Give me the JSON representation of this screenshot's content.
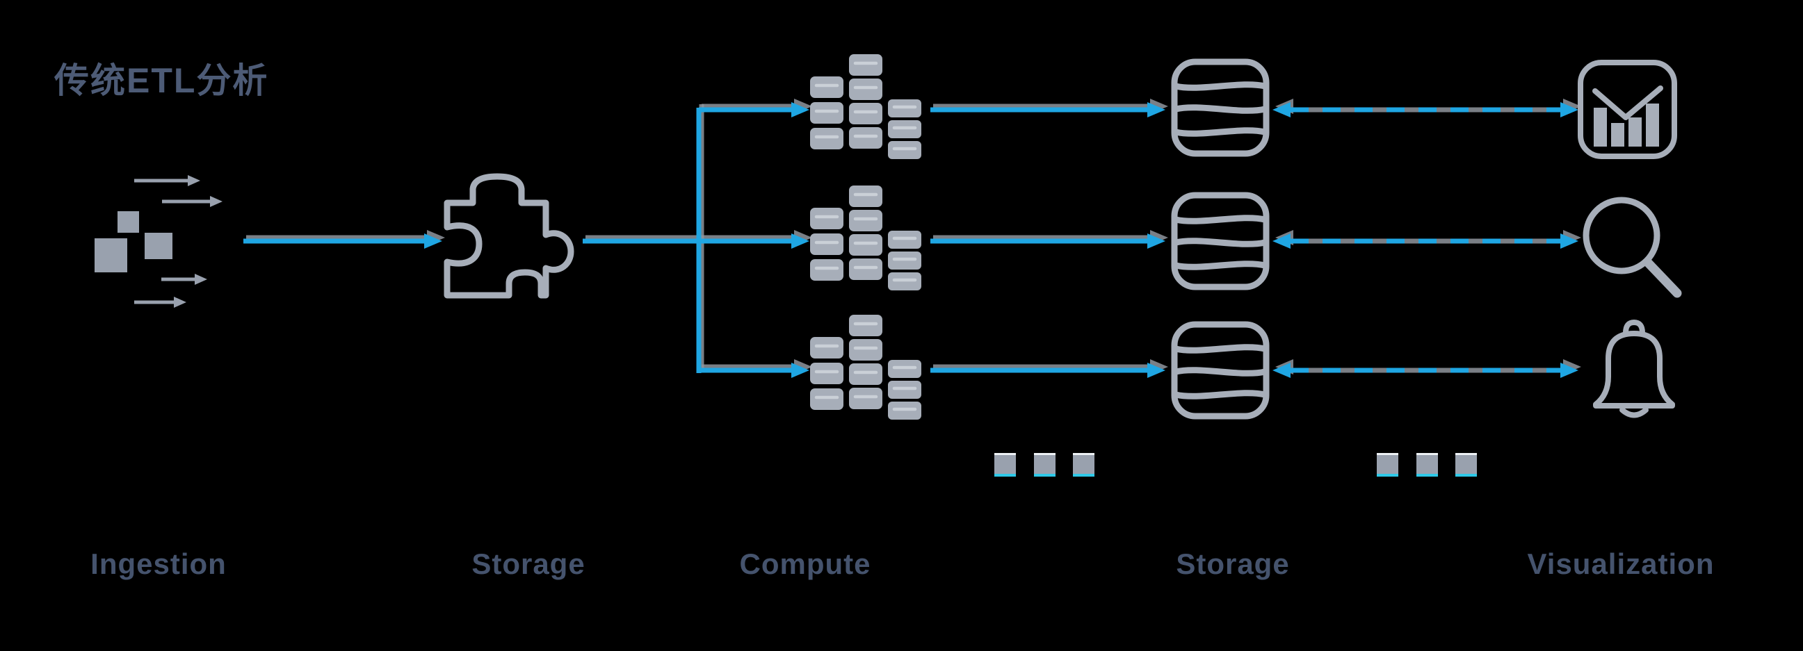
{
  "diagram": {
    "title": "传统ETL分析",
    "stages": [
      {
        "label": "Ingestion",
        "icon": "ingestion-scatter-icon"
      },
      {
        "label": "Storage",
        "icon": "puzzle-icon"
      },
      {
        "label": "Compute",
        "icon": "server-cluster-icon"
      },
      {
        "label": "Storage",
        "icon": "database-stack-icon"
      },
      {
        "label": "Visualization",
        "icon": "bar-chart-icon / search-icon / bell-icon"
      }
    ],
    "rows": 3,
    "ellipsis_groups": 2
  },
  "colors": {
    "accent_blue": "#1fa6e3",
    "icon_gray": "#a7aeb9",
    "square_gray": "#99a1ae",
    "connector_shadow": "#8f959e",
    "label_color": "#45536d",
    "title_color": "#4d5b76",
    "background": "#000000",
    "ellipsis_highlight": "#eef2f5",
    "ellipsis_accent": "#2fc9e8"
  }
}
